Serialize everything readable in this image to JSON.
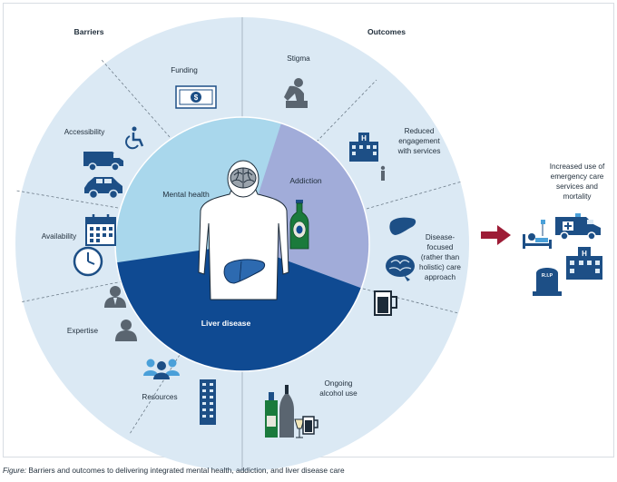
{
  "headers": {
    "barriers": "Barriers",
    "outcomes": "Outcomes"
  },
  "barriers": {
    "funding": "Funding",
    "accessibility": "Accessibility",
    "availability": "Availability",
    "expertise": "Expertise",
    "resources": "Resources"
  },
  "outcomes": {
    "stigma": "Stigma",
    "reduced": [
      "Reduced",
      "engagement",
      "with services"
    ],
    "disease_focused": [
      "Disease-",
      "focused",
      "(rather than",
      "holistic) care",
      "approach"
    ],
    "ongoing": [
      "Ongoing",
      "alcohol use"
    ],
    "increased": [
      "Increased use of",
      "emergency care",
      "services and",
      "mortality"
    ]
  },
  "core": {
    "mental_health": "Mental health",
    "addiction": "Addiction",
    "liver_disease": "Liver disease"
  },
  "icons": {
    "tombstone_text": "R.I.P"
  },
  "colors": {
    "outer_ring": "#dbe9f4",
    "mental_health": "#a9d7ec",
    "addiction": "#a1acd9",
    "liver_disease": "#0f4a92",
    "icon_navy": "#1d4f86",
    "arrow": "#9d1c36"
  },
  "caption": {
    "prefix": "Figure:",
    "text": " Barriers and outcomes to delivering integrated mental health, addiction, and liver disease care"
  }
}
